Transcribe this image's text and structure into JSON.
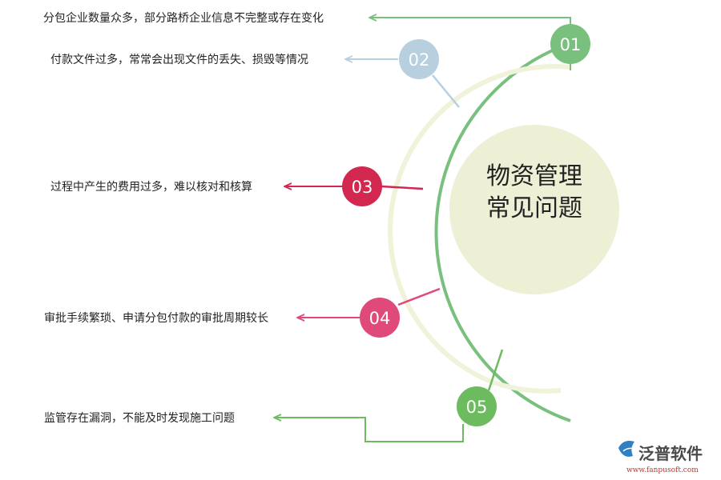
{
  "center": {
    "line1": "物资管理",
    "line2": "常见问题"
  },
  "items": [
    {
      "num": "01",
      "text": "分包企业数量众多，部分路桥企业信息不完整或存在变化",
      "color": "#79c07e"
    },
    {
      "num": "02",
      "text": "付款文件过多，常常会出现文件的丢失、损毁等情况",
      "color": "#b8cfe0"
    },
    {
      "num": "03",
      "text": "过程中产生的费用过多，难以核对和核算",
      "color": "#d2284f"
    },
    {
      "num": "04",
      "text": "审批手续繁琐、申请分包付款的审批周期较长",
      "color": "#e04a7a"
    },
    {
      "num": "05",
      "text": "监管存在漏洞，不能及时发现施工问题",
      "color": "#6cbb5e"
    }
  ],
  "logo": {
    "name": "泛普软件",
    "url": "www.fanpusoft.com"
  },
  "colors": {
    "outer_arc": "#79c07e",
    "inner_arc": "#f0f2da",
    "center_fill": "#eef0d6"
  }
}
